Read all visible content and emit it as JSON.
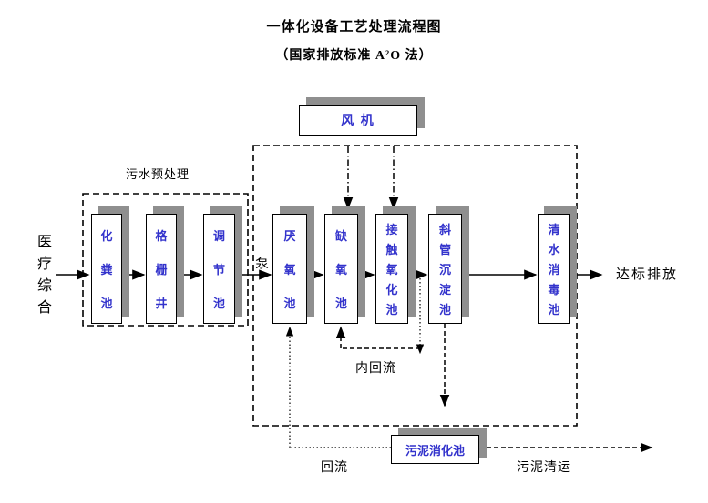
{
  "title": "一体化设备工艺处理流程图",
  "subtitle": "（国家排放标准 A²O 法）",
  "colors": {
    "tank_text": "#3333cc",
    "box_shadow": "#8f8f8f",
    "line": "#000000",
    "background": "#ffffff"
  },
  "source_label": "医疗综合",
  "pretreatment": {
    "label": "污水预处理",
    "tanks": [
      "化粪池",
      "格栅井",
      "调节池"
    ]
  },
  "fan": {
    "label": "风  机"
  },
  "pump_label": "泵",
  "main_tanks": [
    "厌氧池",
    "缺氧池",
    "接触氧化池",
    "斜管沉淀池",
    "清水消毒池"
  ],
  "sludge_tank_label": "污泥消化池",
  "flow_labels": {
    "internal_recycle": "内回流",
    "sludge_return": "回流",
    "sludge_transport": "污泥清运",
    "discharge": "达标排放"
  }
}
